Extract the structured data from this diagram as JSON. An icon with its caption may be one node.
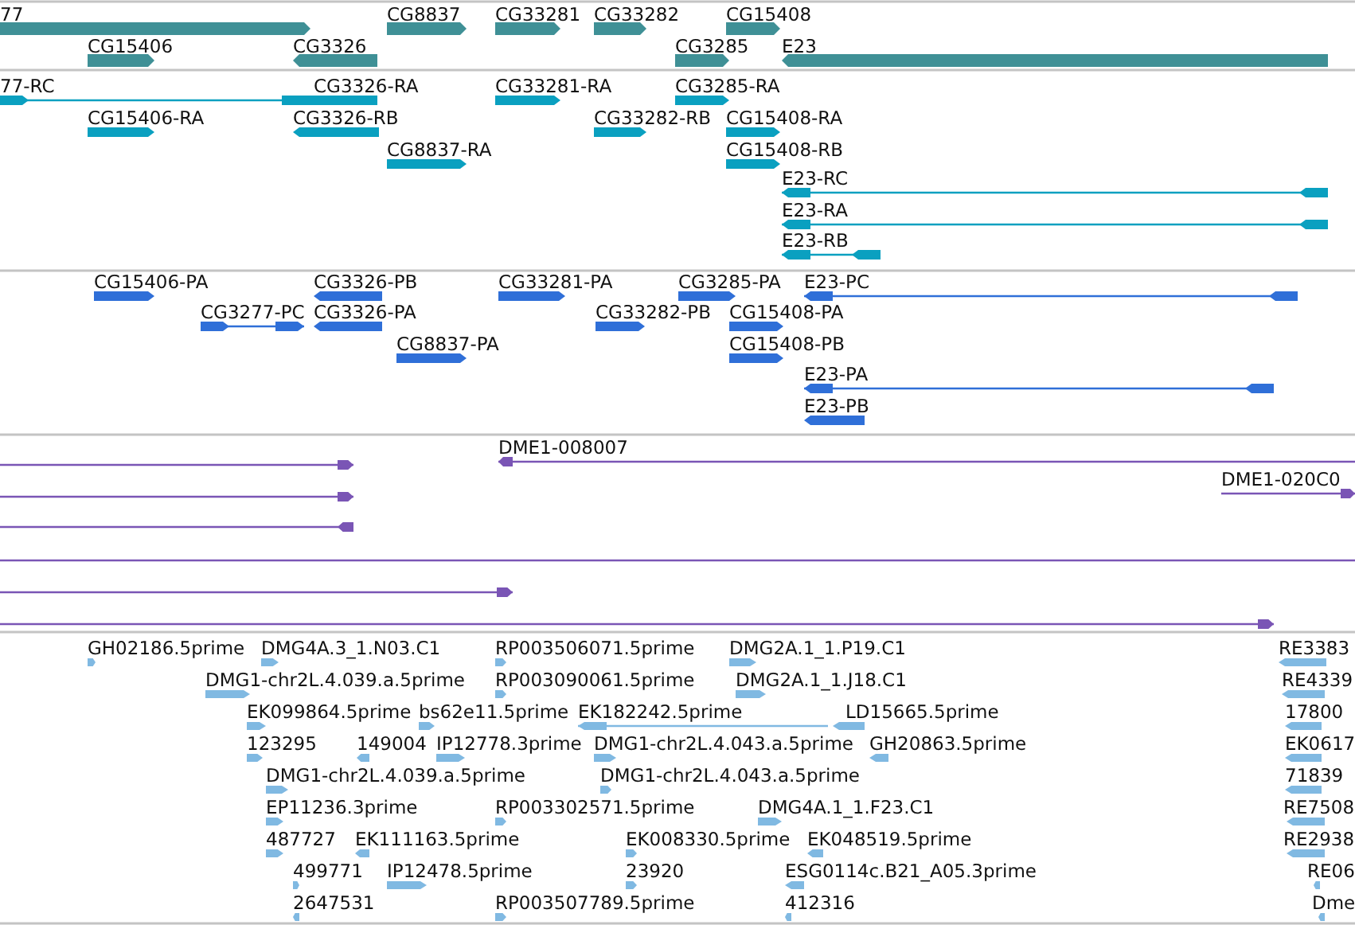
{
  "diagram": {
    "labels": [
      "77",
      "CG8837",
      "CG33281",
      "CG33282",
      "CG15408",
      "CG15406",
      "CG3326",
      "CG3285",
      "E23",
      "77-RC",
      "CG3326-RA",
      "CG33281-RA",
      "CG3285-RA",
      "CG15406-RA",
      "CG3326-RB",
      "CG33282-RB",
      "CG15408-RA",
      "CG8837-RA",
      "CG15408-RB",
      "E23-RC",
      "E23-RA",
      "E23-RB",
      "CG15406-PA",
      "CG3326-PB",
      "CG33281-PA",
      "CG3285-PA",
      "E23-PC",
      "CG3277-PC",
      "CG3326-PA",
      "CG33282-PB",
      "CG15408-PA",
      "CG8837-PA",
      "CG15408-PB",
      "E23-PA",
      "E23-PB",
      "DME1-008007",
      "DME1-020C0",
      "GH02186.5prime",
      "DMG4A.3_1.N03.C1",
      "RP003506071.5prime",
      "DMG2A.1_1.P19.C1",
      "RE3383",
      "DMG1-chr2L.4.039.a.5prime",
      "RP003090061.5prime",
      "DMG2A.1_1.J18.C1",
      "RE4339",
      "EK099864.5prime",
      "bs62e11.5prime",
      "EK182242.5prime",
      "LD15665.5prime",
      "17800",
      "123295",
      "149004",
      "IP12778.3prime",
      "DMG1-chr2L.4.043.a.5prime",
      "GH20863.5prime",
      "EK0617",
      "DMG1-chr2L.4.039.a.5prime",
      "DMG1-chr2L.4.043.a.5prime",
      "71839",
      "EP11236.3prime",
      "RP003302571.5prime",
      "DMG4A.1_1.F23.C1",
      "RE7508",
      "487727",
      "EK111163.5prime",
      "EK008330.5prime",
      "EK048519.5prime",
      "RE2938",
      "499771",
      "IP12478.5prime",
      "23920",
      "ESG0114c.B21_A05.3prime",
      "RE06",
      "2647531",
      "RP003507789.5prime",
      "412316",
      "Dme"
    ]
  }
}
